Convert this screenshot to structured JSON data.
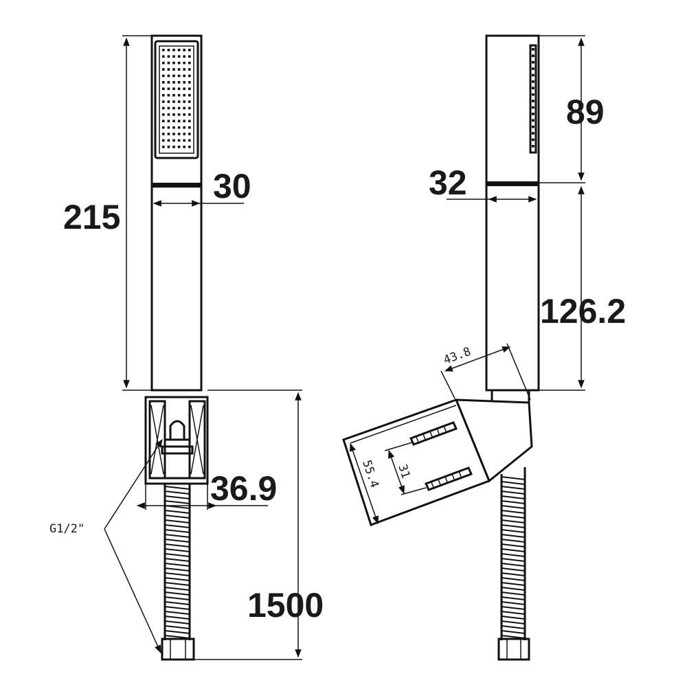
{
  "dimensions": {
    "front_height": "215",
    "front_width": "30",
    "bracket_width": "36.9",
    "hose_length": "1500",
    "side_top_height": "89",
    "side_width": "32",
    "side_lower_height": "126.2"
  },
  "bracket_labels": {
    "angle_width": "43.8",
    "depth": "55.4",
    "hole_spacing": "31"
  },
  "thread_label": "G1/2\""
}
